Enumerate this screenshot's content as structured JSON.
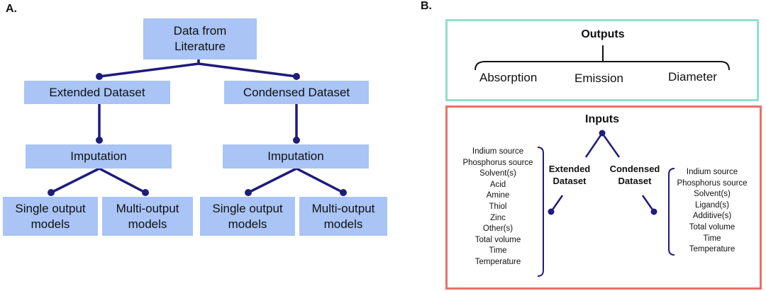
{
  "panel_a": {
    "label": "A.",
    "top_box": "Data from\nLiterature",
    "left_branch": {
      "dataset": "Extended Dataset",
      "imputation": "Imputation",
      "model_single": "Single output\nmodels",
      "model_multi": "Multi-output\nmodels"
    },
    "right_branch": {
      "dataset": "Condensed Dataset",
      "imputation": "Imputation",
      "model_single": "Single output\nmodels",
      "model_multi": "Multi-output\nmodels"
    },
    "colors": {
      "box": "#a9c4f5",
      "line": "#1f1c7a"
    }
  },
  "panel_b": {
    "label": "B.",
    "outputs": {
      "title": "Outputs",
      "items": [
        "Absorption",
        "Emission",
        "Diameter"
      ],
      "border_color": "#8fe0cf"
    },
    "inputs": {
      "title": "Inputs",
      "border_color": "#e8706a",
      "extended_label": "Extended\nDataset",
      "condensed_label": "Condensed\nDataset",
      "extended_list": [
        "Indium source",
        "Phosphorus source",
        "Solvent(s)",
        "Acid",
        "Amine",
        "Thiol",
        "Zinc",
        "Other(s)",
        "Total volume",
        "Time",
        "Temperature"
      ],
      "condensed_list": [
        "Indium source",
        "Phosphorus source",
        "Solvent(s)",
        "Ligand(s)",
        "Additive(s)",
        "Total volume",
        "Time",
        "Temperature"
      ]
    }
  }
}
